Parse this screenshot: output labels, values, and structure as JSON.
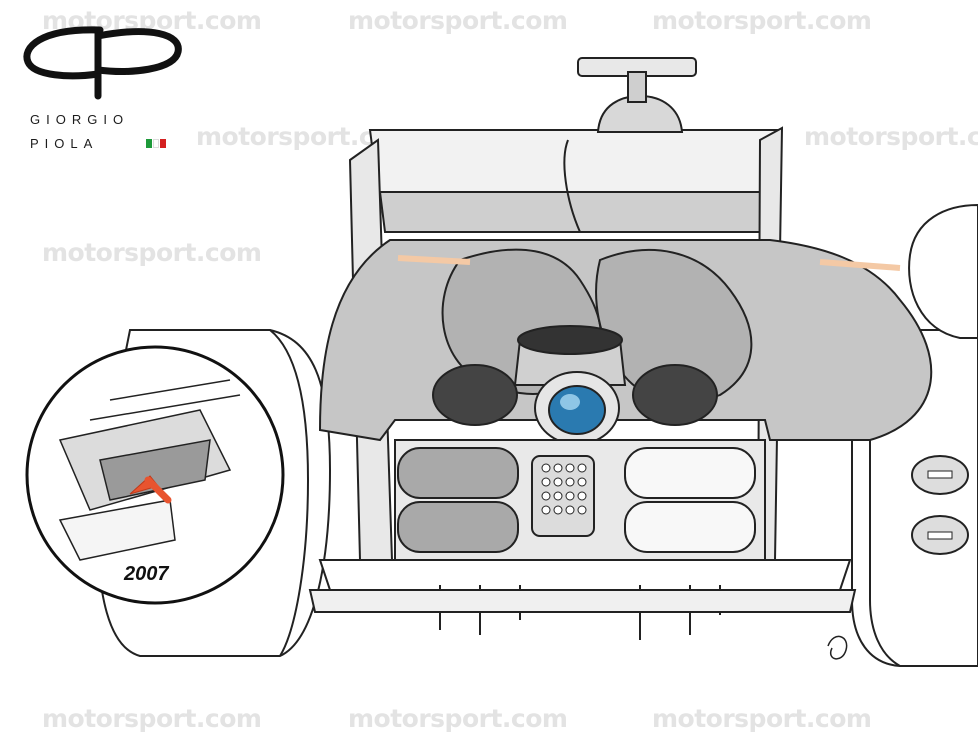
{
  "watermark": {
    "text": "motorsport.com"
  },
  "brand": {
    "line1": "GIORGIO",
    "line2": "PIOLA",
    "flag_colors": [
      "#1e9a3a",
      "#ffffff",
      "#d42020"
    ]
  },
  "inset": {
    "year": "2007"
  },
  "colors": {
    "arrow": "#e8542f",
    "exhaust_lens": "#2a7ab0",
    "engine_accent": "#f4c9a5"
  }
}
